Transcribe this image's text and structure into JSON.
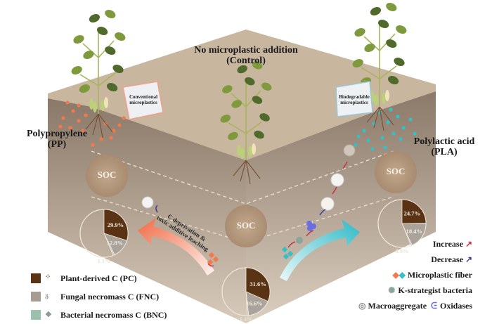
{
  "labels": {
    "control_title": "No microplastic addition",
    "control_subtitle": "(Control)",
    "pp_title": "Polypropylene",
    "pp_subtitle": "(PP)",
    "pla_title": "Polylactic acid",
    "pla_subtitle": "(PLA)",
    "conventional_bag": "Conventional microplastics",
    "biodegradable_bag": "Biodegradable microplastics",
    "soc": "SOC",
    "pp_mechanism_line1": "C deprivation &",
    "pp_mechanism_line2": "toxic additive leaching"
  },
  "pies": [
    {
      "name": "PP",
      "slices": [
        {
          "key": "PC",
          "value": 29.9,
          "label": "29.9%"
        },
        {
          "key": "FNC",
          "value": 12.8,
          "label": "12.8%"
        },
        {
          "key": "BNC",
          "value": 1.1,
          "label": "1.1%"
        }
      ]
    },
    {
      "name": "Control",
      "slices": [
        {
          "key": "PC",
          "value": 31.6,
          "label": "31.6%"
        },
        {
          "key": "FNC",
          "value": 16.6,
          "label": "16.6%"
        },
        {
          "key": "BNC",
          "value": 1.1,
          "label": "1.1%"
        }
      ]
    },
    {
      "name": "PLA",
      "slices": [
        {
          "key": "PC",
          "value": 24.7,
          "label": "24.7%"
        },
        {
          "key": "FNC",
          "value": 18.4,
          "label": "18.4%"
        },
        {
          "key": "BNC",
          "value": 0.8,
          "label": "0.8%"
        }
      ]
    }
  ],
  "legend_left": [
    {
      "key": "PC",
      "label": "Plant-derived C (PC)",
      "color": "#5a3315"
    },
    {
      "key": "FNC",
      "label": "Fungal necromass C (FNC)",
      "color": "#a79c90"
    },
    {
      "key": "BNC",
      "label": "Bacterial necromass C (BNC)",
      "color": "#9dbfae"
    }
  ],
  "legend_right": {
    "increase": "Increase",
    "decrease": "Decrease",
    "fiber": "Microplastic fiber",
    "kstrategist": "K-strategist bacteria",
    "macroaggregate": "Macroaggregate",
    "oxidases": "Oxidases"
  },
  "colors": {
    "pp_fiber": "#f07a4e",
    "pla_fiber": "#37bfc6",
    "increase_arrow": "#c8324a",
    "decrease_arrow": "#3d3a9a",
    "oxidase": "#6b6ee0",
    "soil_top": "#c9b7a0",
    "soil_face": "#8c7a6b",
    "leaf_dark": "#4f6a2a",
    "leaf_light": "#7f9a3c"
  },
  "icons": {
    "increase": "curved-arrow-up-icon",
    "decrease": "curved-arrow-up-icon",
    "fiber": "diamond-icon",
    "kstrategist": "bacteria-icon",
    "macroaggregate": "aggregate-icon",
    "oxidases": "enzyme-icon"
  }
}
